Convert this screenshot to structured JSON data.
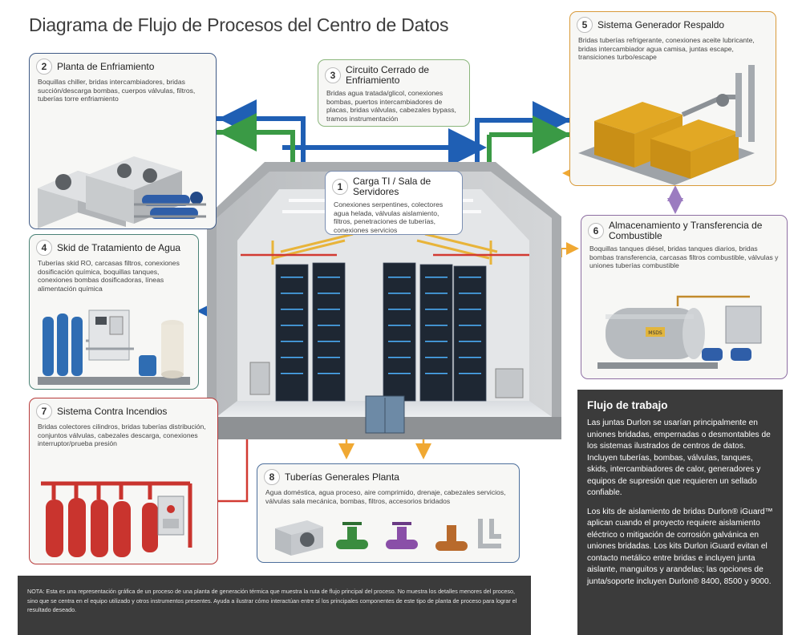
{
  "title": "Diagrama de Flujo de Procesos del Centro de Datos",
  "sections": [
    {
      "num": "1",
      "title": "Carga TI / Sala de Servidores",
      "desc": "Conexiones serpentines, colectores agua helada, válvulas aislamiento, filtros, penetraciones de tuberías, conexiones servicios"
    },
    {
      "num": "2",
      "title": "Planta de Enfriamiento",
      "desc": "Boquillas chiller, bridas intercambiadores, bridas succión/descarga bombas, cuerpos válvulas, filtros, tuberías torre enfriamiento"
    },
    {
      "num": "3",
      "title": "Circuito Cerrado de Enfriamiento",
      "desc": "Bridas agua tratada/glicol, conexiones bombas, puertos intercambiadores de placas, bridas válvulas, cabezales bypass, tramos instrumentación"
    },
    {
      "num": "4",
      "title": "Skid de Tratamiento de Agua",
      "desc": "Tuberías skid RO, carcasas filtros, conexiones dosificación química, boquillas tanques, conexiones bombas dosificadoras, líneas alimentación química"
    },
    {
      "num": "5",
      "title": "Sistema Generador Respaldo",
      "desc": "Bridas tuberías refrigerante, conexiones aceite lubricante, bridas intercambiador agua camisa, juntas escape, transiciones turbo/escape"
    },
    {
      "num": "6",
      "title": "Almacenamiento y Transferencia de Combustible",
      "desc": "Boquillas tanques diésel, bridas tanques diarios, bridas bombas transferencia, carcasas filtros combustible, válvulas y uniones tuberías combustible"
    },
    {
      "num": "7",
      "title": "Sistema Contra Incendios",
      "desc": "Bridas colectores cilindros, bridas tuberías distribución, conjuntos válvulas, cabezales descarga, conexiones interruptor/prueba presión"
    },
    {
      "num": "8",
      "title": "Tuberías Generales Planta",
      "desc": "Agua doméstica, agua proceso, aire comprimido, drenaje, cabezales servicios, válvulas sala mecánica, bombas, filtros, accesorios bridados"
    }
  ],
  "workflow": {
    "heading": "Flujo de trabajo",
    "p1": "Las juntas Durlon se usarían principalmente en uniones bridadas, empernadas o desmontables de los sistemas ilustrados de centros de datos. Incluyen tuberías, bombas, válvulas, tanques, skids, intercambiadores de calor, generadores y equipos de supresión que requieren un sellado confiable.",
    "p2": "Los kits de aislamiento de bridas Durlon® iGuard™ aplican cuando el proyecto requiere aislamiento eléctrico o mitigación de corrosión galvánica en uniones bridadas. Los kits Durlon iGuard evitan el contacto metálico entre bridas e incluyen junta aislante, manguitos y arandelas; las opciones de junta/soporte incluyen Durlon® 8400, 8500 y 9000."
  },
  "note": "NOTA: Esta es una representación gráfica de un proceso de una planta de generación térmica que muestra la ruta de flujo principal del proceso. No muestra los detalles menores del proceso, sino que se centra en el equipo utilizado y otros instrumentos presentes. Ayuda a ilustrar cómo interactúan entre sí los principales componentes de este tipo de planta de proceso para lograr el resultado deseado.",
  "tank_label": "MSDS",
  "colors": {
    "chilled_water": "#1f5fb4",
    "condenser_water": "#3a9a45",
    "fire": "#d23a32",
    "fuel": "#f0a832",
    "fuel_link": "#9b7cc0"
  }
}
